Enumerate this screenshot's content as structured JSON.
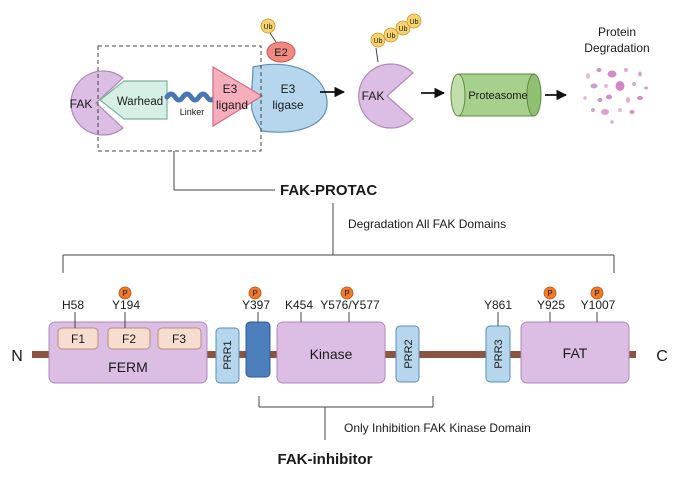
{
  "protac": {
    "fak_label": "FAK",
    "warhead_label": "Warhead",
    "linker_label": "Linker",
    "e3_ligand_line1": "E3",
    "e3_ligand_line2": "ligand",
    "e3_ligase_line1": "E3",
    "e3_ligase_line2": "ligase",
    "e2_label": "E2",
    "ub_label": "Ub",
    "fak_ub_label": "FAK",
    "proteasome_label": "Proteasome",
    "protein_degradation_line1": "Protein",
    "protein_degradation_line2": "Degradation",
    "title": "FAK-PROTAC",
    "degradation_note": "Degradation All FAK Domains"
  },
  "domain_map": {
    "n_terminus": "N",
    "c_terminus": "C",
    "ferm": "FERM",
    "f1": "F1",
    "f2": "F2",
    "f3": "F3",
    "prr1": "PRR1",
    "kinase": "Kinase",
    "prr2": "PRR2",
    "prr3": "PRR3",
    "fat": "FAT",
    "phospho_label": "P",
    "sites": {
      "h58": "H58",
      "y194": "Y194",
      "y397": "Y397",
      "k454": "K454",
      "y576_y577": "Y576/Y577",
      "y861": "Y861",
      "y925": "Y925",
      "y1007": "Y1007"
    },
    "inhibitor_note": "Only Inhibition FAK Kinase Domain",
    "inhibitor_title": "FAK-inhibitor"
  },
  "colors": {
    "fak_purple": "#dcbde3",
    "warhead_green": "#d6efe5",
    "e3_ligand_pink": "#f6aebd",
    "e3_ligase_blue": "#b5d6ec",
    "e2_red": "#ee8a80",
    "ub_yellow": "#f6d370",
    "proteasome_green": "#a8d08d",
    "backbone_brown": "#8b5441",
    "prr_blue": "#b5d6ec",
    "y397_blue": "#4e7fbd",
    "subdomain_tan": "#f6ddd0",
    "phospho_orange": "#f07a26"
  }
}
